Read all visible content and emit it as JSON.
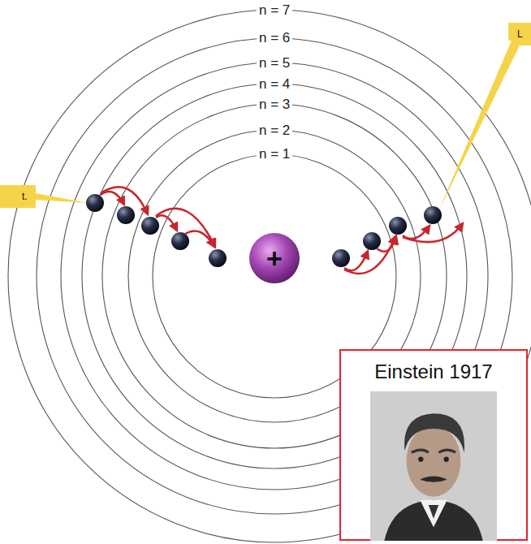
{
  "diagram": {
    "nodes": [
      {
        "text": [
          "Einstein 1917"
        ]
      }
    ],
    "labels": [
      "n = 7",
      "n = 6",
      "n = 5",
      "n = 4",
      "n = 3",
      "n = 2",
      "n = 1",
      "+",
      "t.",
      "L"
    ]
  }
}
